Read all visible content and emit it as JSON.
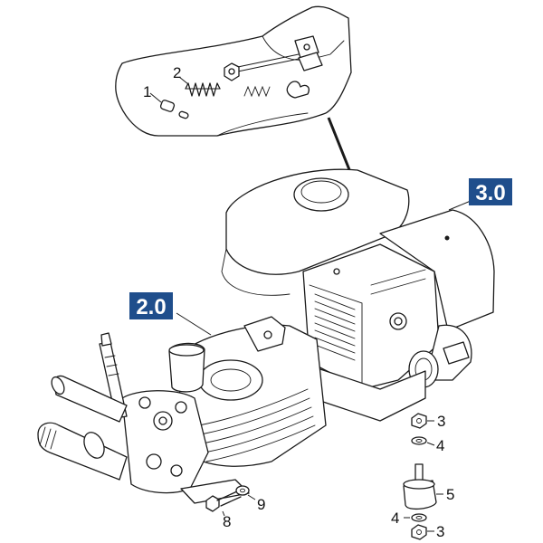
{
  "badges": {
    "engine": {
      "label": "3.0",
      "color": "#1f4e8c"
    },
    "pump": {
      "label": "2.0",
      "color": "#1f4e8c"
    }
  },
  "callouts": {
    "c1": "1",
    "c2": "2",
    "c3a": "3",
    "c4a": "4",
    "c5": "5",
    "c4b": "4",
    "c3b": "3",
    "c8": "8",
    "c9": "9"
  }
}
